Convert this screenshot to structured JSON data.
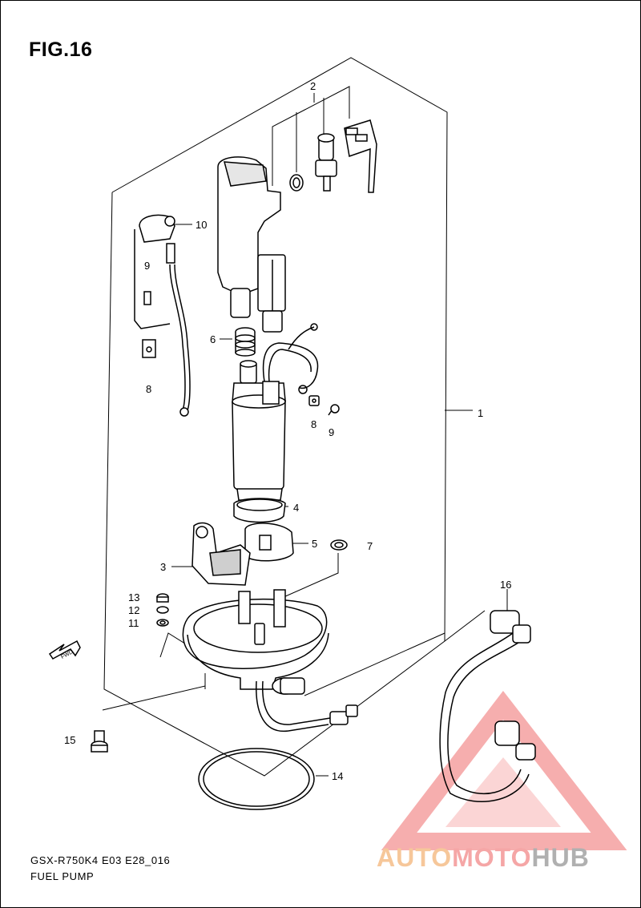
{
  "figure": {
    "title": "FIG.16",
    "model_code": "GSX-R750K4 E03 E28_016",
    "name": "FUEL PUMP"
  },
  "callouts": [
    {
      "id": "1",
      "label": "1"
    },
    {
      "id": "2",
      "label": "2"
    },
    {
      "id": "3",
      "label": "3"
    },
    {
      "id": "4",
      "label": "4"
    },
    {
      "id": "5",
      "label": "5"
    },
    {
      "id": "6",
      "label": "6"
    },
    {
      "id": "7",
      "label": "7"
    },
    {
      "id": "8a",
      "label": "8"
    },
    {
      "id": "8b",
      "label": "8"
    },
    {
      "id": "9a",
      "label": "9"
    },
    {
      "id": "9b",
      "label": "9"
    },
    {
      "id": "10",
      "label": "10"
    },
    {
      "id": "11",
      "label": "11"
    },
    {
      "id": "12",
      "label": "12"
    },
    {
      "id": "13",
      "label": "13"
    },
    {
      "id": "14",
      "label": "14"
    },
    {
      "id": "15",
      "label": "15"
    },
    {
      "id": "16",
      "label": "16"
    }
  ],
  "direction_marker": "FWD",
  "watermark": {
    "part1": "AUTO",
    "part2": "MOTO",
    "part3": "HUB",
    "color_orange": "#f6c79a",
    "color_red": "#f5a6a6",
    "color_grey": "#b0b0b0"
  }
}
